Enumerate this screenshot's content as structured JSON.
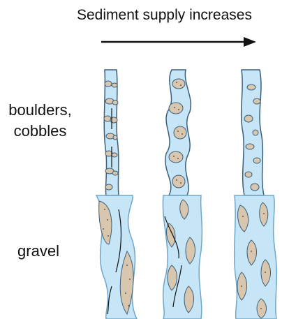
{
  "header": {
    "text": "Sediment supply increases"
  },
  "rows": [
    {
      "label_line1": "boulders,",
      "label_line2": "cobbles"
    },
    {
      "label_line1": "gravel"
    }
  ],
  "colors": {
    "water": "#c6e6f7",
    "water_edge": "#6fa7c9",
    "bank": "#3a5f7a",
    "sediment_fill": "#d8c6ae",
    "sediment_stipple": "#6b5a48",
    "arrow": "#111111"
  }
}
